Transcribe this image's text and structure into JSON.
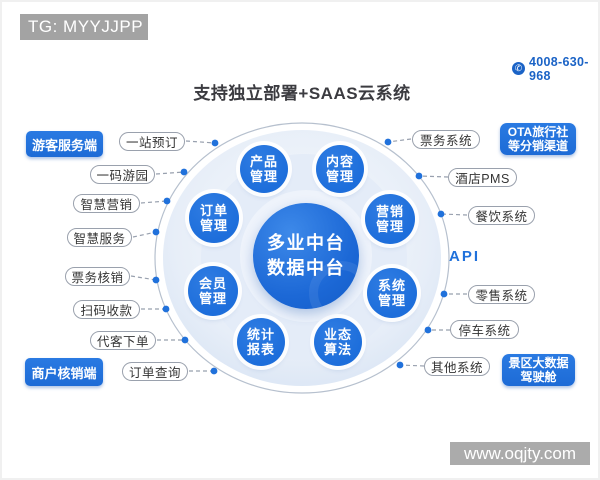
{
  "watermarks": {
    "top": "TG: MYYJJPP",
    "bottom": "www.oqjty.com"
  },
  "header": {
    "title": "支持独立部署+SAAS云系统",
    "phone": "4008-630-968"
  },
  "left": {
    "tourist_button": "游客服务端",
    "merchant_button": "商户核销端",
    "items": [
      "一站预订",
      "一码游园",
      "智慧营销",
      "智慧服务",
      "票务核销",
      "扫码收款",
      "代客下单",
      "订单查询"
    ]
  },
  "right": {
    "ota_button_line1": "OTA旅行社",
    "ota_button_line2": "等分销渠道",
    "cockpit_button_line1": "景区大数据",
    "cockpit_button_line2": "驾驶舱",
    "api_label": "API",
    "items": [
      "票务系统",
      "酒店PMS",
      "餐饮系统",
      "零售系统",
      "停车系统",
      "其他系统"
    ]
  },
  "hub": {
    "center_line1": "多业中台",
    "center_line2": "数据中台",
    "modules": [
      {
        "line1": "产品",
        "line2": "管理"
      },
      {
        "line1": "内容",
        "line2": "管理"
      },
      {
        "line1": "订单",
        "line2": "管理"
      },
      {
        "line1": "营销",
        "line2": "管理"
      },
      {
        "line1": "会员",
        "line2": "管理"
      },
      {
        "line1": "系统",
        "line2": "管理"
      },
      {
        "line1": "统计",
        "line2": "报表"
      },
      {
        "line1": "业态",
        "line2": "算法"
      }
    ]
  },
  "colors": {
    "accent_blue": "#1d6edb",
    "phone_blue": "#1b63c6",
    "pill_border": "#9aa1ad",
    "watermark_gray": "#a6a6a6"
  }
}
